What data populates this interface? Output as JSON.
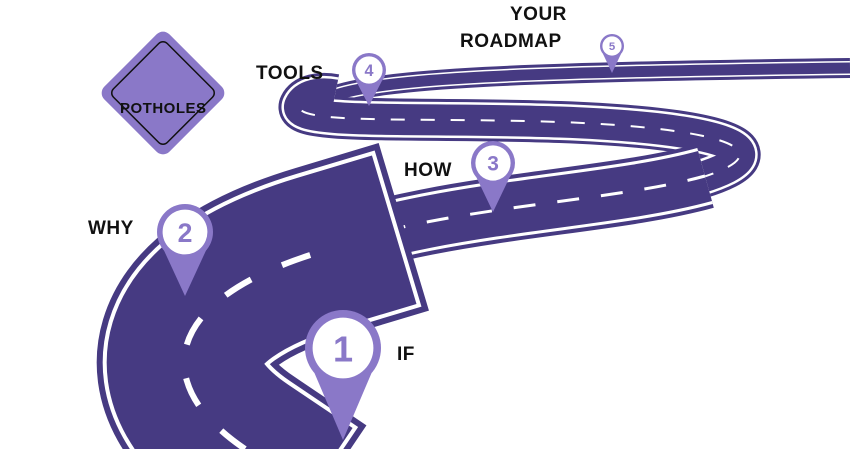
{
  "colors": {
    "road": "#463a82",
    "accent": "#8a78c8",
    "line": "#ffffff"
  },
  "sign": {
    "label": "POTHOLES"
  },
  "milestones": [
    {
      "number": "1",
      "label": "IF"
    },
    {
      "number": "2",
      "label": "WHY"
    },
    {
      "number": "3",
      "label": "HOW"
    },
    {
      "number": "4",
      "label": "TOOLS"
    },
    {
      "number": "5",
      "label_line1": "YOUR",
      "label_line2": "ROADMAP"
    }
  ]
}
